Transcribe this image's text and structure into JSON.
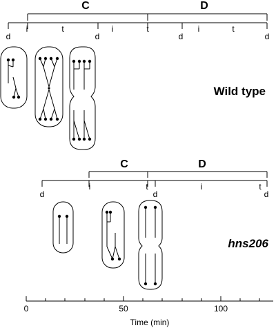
{
  "wild_type": {
    "label": "Wild type",
    "phase_labels": {
      "c": "C",
      "d": "D"
    },
    "events": [
      "d",
      "i",
      "t",
      "d",
      "i",
      "t",
      "d",
      "i",
      "t",
      "d"
    ]
  },
  "hns206": {
    "label": "hns206",
    "phase_labels": {
      "c": "C",
      "d": "D"
    },
    "events": [
      "d",
      "i",
      "t",
      "d",
      "i",
      "t",
      "d"
    ]
  },
  "axis": {
    "ticks": [
      "0",
      "50",
      "100"
    ],
    "label": "Time (min)"
  }
}
